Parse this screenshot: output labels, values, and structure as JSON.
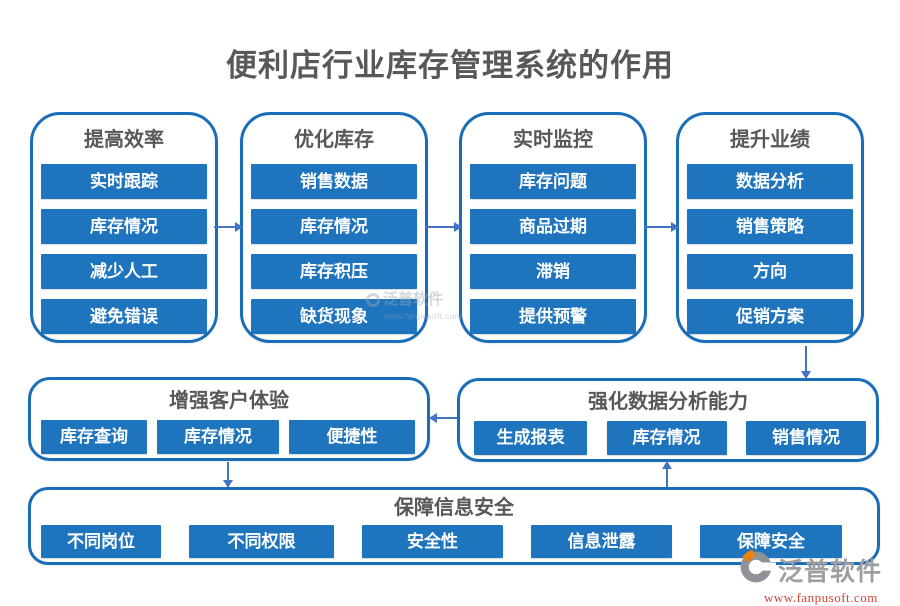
{
  "title": "便利店行业库存管理系统的作用",
  "top_groups": [
    {
      "header": "提高效率",
      "items": [
        "实时跟踪",
        "库存情况",
        "减少人工",
        "避免错误"
      ]
    },
    {
      "header": "优化库存",
      "items": [
        "销售数据",
        "库存情况",
        "库存积压",
        "缺货现象"
      ]
    },
    {
      "header": "实时监控",
      "items": [
        "库存问题",
        "商品过期",
        "滞销",
        "提供预警"
      ]
    },
    {
      "header": "提升业绩",
      "items": [
        "数据分析",
        "销售策略",
        "方向",
        "促销方案"
      ]
    }
  ],
  "mid_groups": [
    {
      "header": "增强客户体验",
      "items": [
        "库存查询",
        "库存情况",
        "便捷性"
      ]
    },
    {
      "header": "强化数据分析能力",
      "items": [
        "生成报表",
        "库存情况",
        "销售情况"
      ]
    }
  ],
  "bottom_group": {
    "header": "保障信息安全",
    "items": [
      "不同岗位",
      "不同权限",
      "安全性",
      "信息泄露",
      "保障安全"
    ]
  },
  "watermark": {
    "text": "泛普软件",
    "subtext": "www.fanpusoft.com"
  },
  "logo": {
    "text": "泛普软件",
    "url": "www.fanpusoft.com"
  },
  "colors": {
    "button_blue": "#1e74bd",
    "box_border_blue": "#1a6db9",
    "arrow_blue": "#4472c4",
    "heading_gray": "#595757",
    "logo_text_gray": "#9c9ea1",
    "logo_url_red": "#cf4436",
    "logo_accent_orange": "#ef8200"
  }
}
